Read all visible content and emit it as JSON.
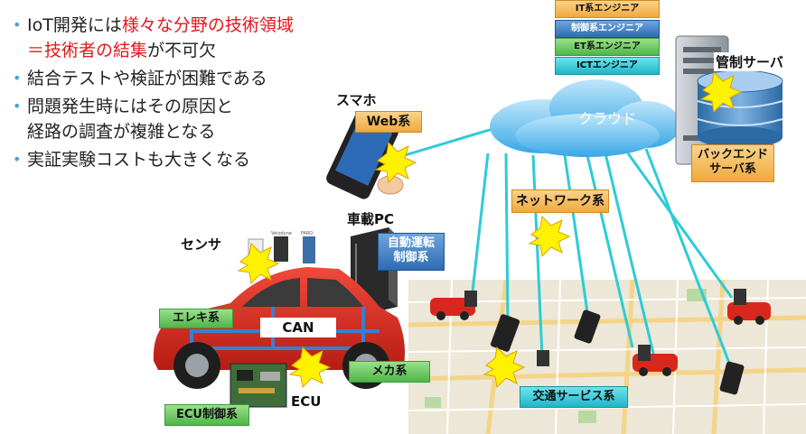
{
  "bullets": [
    {
      "parts": [
        {
          "text": "IoT開発には",
          "red": false
        },
        {
          "text": "様々な分野の技術領域",
          "red": true
        }
      ],
      "line2": [
        {
          "text": "＝技術者の結集",
          "red": true
        },
        {
          "text": "が不可欠",
          "red": false
        }
      ]
    },
    {
      "text": "結合テストや検証が困難である"
    },
    {
      "text": "問題発生時にはその原因と",
      "line2": "経路の調査が複雑となる"
    },
    {
      "text": "実証実験コストも大きくなる"
    }
  ],
  "engineers": [
    "IT系エンジニア",
    "制御系エンジニア",
    "ET系エンジニア",
    "ICTエンジニア"
  ],
  "labels": {
    "smartphone": "スマホ",
    "web": "Web系",
    "cloud": "クラウド",
    "server_title": "管制サーバ",
    "backend_line1": "バックエンド",
    "backend_line2": "サーバ系",
    "network": "ネットワーク系",
    "onboard_pc": "車載PC",
    "autonomous_line1": "自動運転",
    "autonomous_line2": "制御系",
    "sensor": "センサ",
    "electric": "エレキ系",
    "can": "CAN",
    "mechanical": "メカ系",
    "ecu": "ECU",
    "ecu_control": "ECU制御系",
    "traffic": "交通サービス系"
  },
  "sensor_brands": [
    "Velodyne",
    "FARO"
  ],
  "colors": {
    "red_text": "#e5161c",
    "line": "#2ecbd6",
    "car": "#d8281e",
    "can_bus": "#3a7fd0"
  }
}
